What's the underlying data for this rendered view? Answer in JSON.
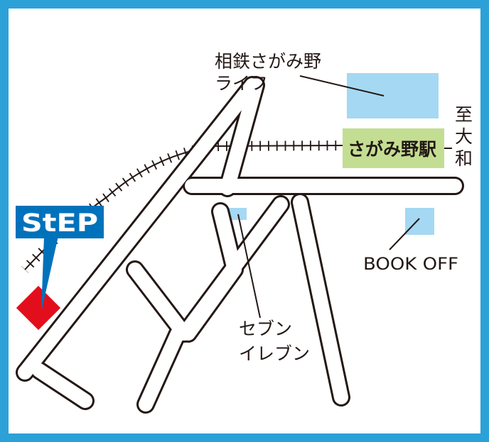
{
  "labels": {
    "sotetsu_line1": "相鉄さがみ野",
    "sotetsu_line2": "ライフ",
    "station": "さがみ野駅",
    "direction": "至大和",
    "book_off": "BOOK OFF",
    "seven_line1": "セブン",
    "seven_line2": "イレブン",
    "logo": "StEP"
  },
  "colors": {
    "frame": "#2ba1d8",
    "building": "#a5d8f2",
    "station": "#c3de92",
    "road_outline": "#231815",
    "road_fill": "#ffffff",
    "marker": "#e30e1c",
    "logo_blue": "#0072bb"
  },
  "icons": {
    "logo": "step-logo-icon",
    "pin": "map-pin-icon",
    "marker": "location-marker-icon"
  }
}
